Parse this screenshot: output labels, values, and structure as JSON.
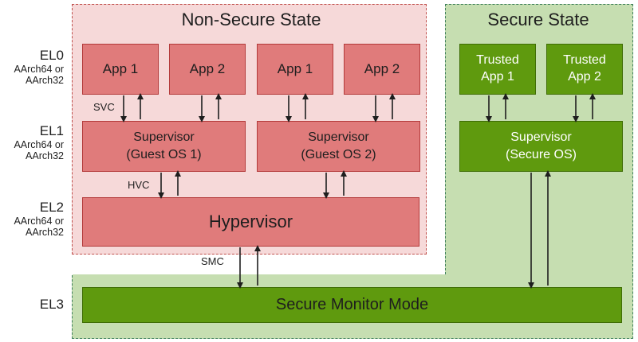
{
  "regions": {
    "non_secure_title": "Non-Secure State",
    "secure_title": "Secure State"
  },
  "exception_levels": [
    {
      "name": "EL0",
      "sub": "AArch64 or\nAArch32"
    },
    {
      "name": "EL1",
      "sub": "AArch64 or\nAArch32"
    },
    {
      "name": "EL2",
      "sub": "AArch64 or\nAArch32"
    },
    {
      "name": "EL3",
      "sub": ""
    }
  ],
  "apps": [
    "App 1",
    "App 2",
    "App 1",
    "App 2"
  ],
  "trusted_apps": [
    "Trusted\nApp 1",
    "Trusted\nApp 2"
  ],
  "supervisors": [
    "Supervisor\n(Guest OS 1)",
    "Supervisor\n(Guest OS 2)"
  ],
  "secure_supervisor": "Supervisor\n(Secure OS)",
  "hypervisor": "Hypervisor",
  "secure_monitor": "Secure Monitor Mode",
  "calls": {
    "svc": "SVC",
    "hvc": "HVC",
    "smc": "SMC"
  },
  "colors": {
    "non_secure_bg": "#f6d9d9",
    "non_secure_border": "#c0504d",
    "non_secure_box": "#e07b7b",
    "secure_bg": "#c6deb1",
    "secure_border": "#3d7f5a",
    "secure_box": "#5f9a0e",
    "arrow": "#1e1e1e"
  }
}
